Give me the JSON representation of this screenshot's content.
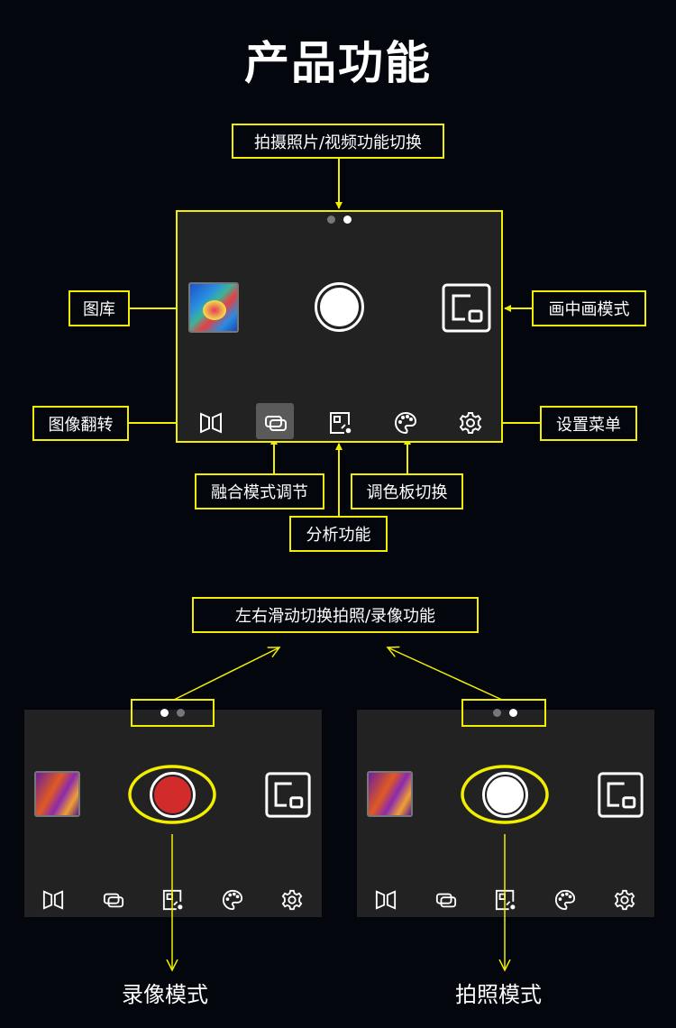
{
  "title": "产品功能",
  "labels": {
    "switch_photo_video": "拍摄照片/视频功能切换",
    "gallery": "图库",
    "pip_mode": "画中画模式",
    "image_flip": "图像翻转",
    "settings_menu": "设置菜单",
    "fusion_mode": "融合模式调节",
    "palette_switch": "调色板切换",
    "analysis": "分析功能",
    "swipe_switch": "左右滑动切换拍照/录像功能",
    "record_mode": "录像模式",
    "photo_mode": "拍照模式"
  },
  "colors": {
    "annotation": "#f2ee00",
    "panel": "#222222",
    "record": "#d12b2b"
  },
  "icons": [
    "flip-icon",
    "fusion-icon",
    "analysis-icon",
    "palette-icon",
    "gear-icon",
    "pip-icon",
    "gallery-thumbnail"
  ]
}
